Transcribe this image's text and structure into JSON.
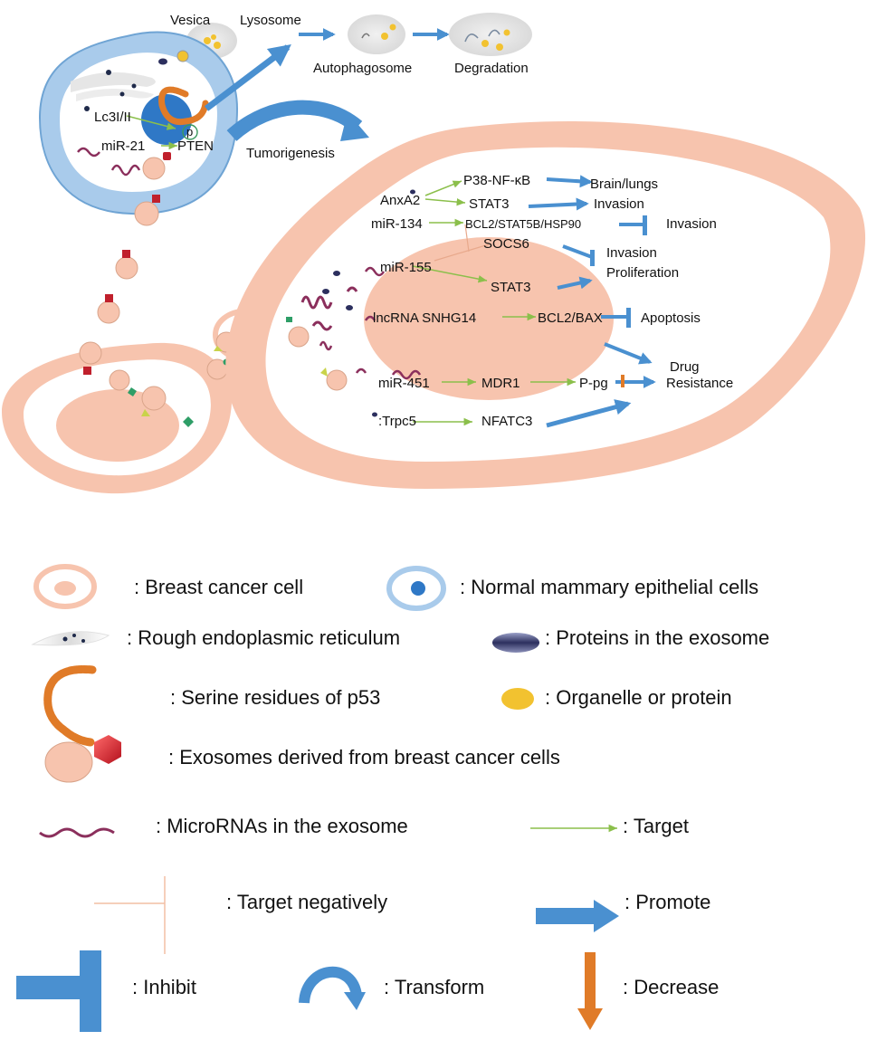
{
  "diagram": {
    "top": {
      "vesica": "Vesica",
      "lysosome": "Lysosome",
      "autophagosome": "Autophagosome",
      "degradation": "Degradation",
      "lc3": "Lc3I/II",
      "p_badge": "p",
      "mir21": "miR-21",
      "pten": "PTEN",
      "tumorigenesis": "Tumorigenesis"
    },
    "pathways": {
      "anxa2": "AnxA2",
      "p38": "P38-NF-κB",
      "brain_lungs": "Brain/lungs",
      "stat3_a": "STAT3",
      "invasion_a": "Invasion",
      "mir134": "miR-134",
      "bcl2_stat5b": "BCL2/STAT5B/HSP90",
      "invasion_b": "Invasion",
      "socs6": "SOCS6",
      "invasion_c": "Invasion",
      "mir155": "miR-155",
      "stat3_b": "STAT3",
      "proliferation": "Proliferation",
      "lncrna": "lncRNA SNHG14",
      "bcl2_bax": "BCL2/BAX",
      "apoptosis": "Apoptosis",
      "drug": "Drug",
      "mir451": "miR-451",
      "mdr1": "MDR1",
      "ppg": "P-pg",
      "resistance": "Resistance",
      "trpc5": ":Trpc5",
      "nfatc3": "NFATC3"
    },
    "colors": {
      "cancer": "#F7C4AE",
      "normal": "#A9CBEB",
      "arrow_blue": "#4A90D0",
      "target_green": "#8BBF4B",
      "mirna": "#8B2F5C",
      "orange": "#E07B28",
      "exosome_red": "#C0202C"
    }
  },
  "legend": {
    "breast_cancer_cell": ": Breast cancer cell",
    "normal_cells": ": Normal mammary epithelial cells",
    "rough_er": ": Rough endoplasmic reticulum",
    "proteins": ": Proteins in the exosome",
    "serine": ": Serine residues of p53",
    "organelle": ": Organelle or protein",
    "exosomes": ": Exosomes derived from breast cancer cells",
    "micrornas": ": MicroRNAs in the exosome",
    "target": ": Target",
    "target_negatively": ": Target negatively",
    "promote": ": Promote",
    "inhibit": ": Inhibit",
    "transform": ": Transform",
    "decrease": ": Decrease"
  }
}
